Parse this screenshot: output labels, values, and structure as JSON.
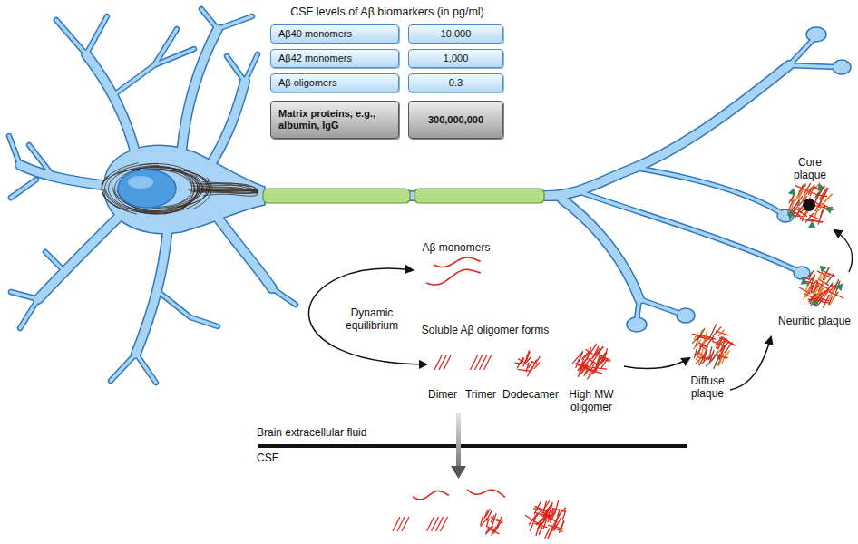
{
  "diagram": {
    "title": "CSF levels of Aβ biomarkers (in pg/ml)",
    "nodes": [
      {
        "text": [
          "Aβ40 monomers"
        ]
      },
      {
        "text": [
          "10,000"
        ]
      },
      {
        "text": [
          "Aβ42 monomers"
        ]
      },
      {
        "text": [
          "1,000"
        ]
      },
      {
        "text": [
          "Aβ oligomers"
        ]
      },
      {
        "text": [
          "0.3"
        ]
      },
      {
        "text": [
          "Matrix proteins, e.g., albumin, IgG"
        ]
      },
      {
        "text": [
          "300,000,000"
        ]
      }
    ],
    "labels": [
      "Aβ monomers",
      "Dynamic equilibrium",
      "Soluble Aβ oligomer forms",
      "Dimer",
      "Trimer",
      "Dodecamer",
      "High MW oligomer",
      "Diffuse plaque",
      "Neuritic plaque",
      "Core plaque",
      "Brain extracellular fluid",
      "CSF"
    ]
  }
}
